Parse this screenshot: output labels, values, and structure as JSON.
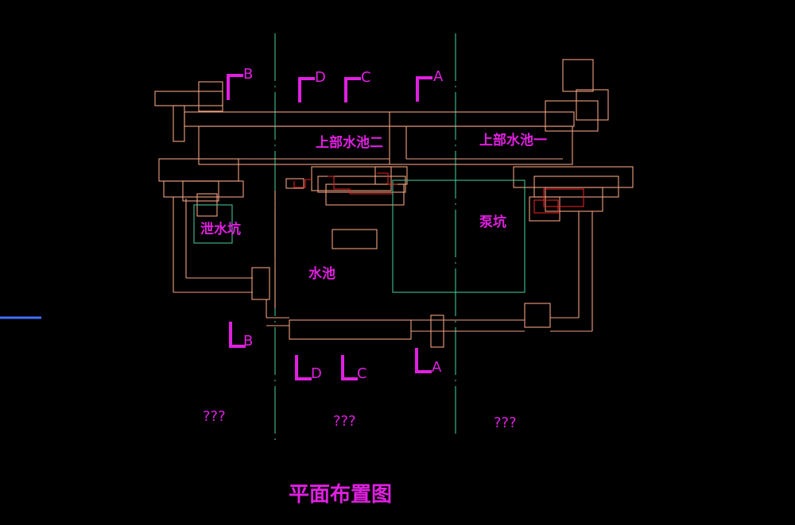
{
  "drawing": {
    "title": "平面布置图",
    "rooms": {
      "upper_pool_two": "上部水池二",
      "upper_pool_one": "上部水池一",
      "drain_pit": "泄水坑",
      "pump_pit": "泵坑",
      "pool": "水池"
    },
    "section_marks": {
      "b_top": "B",
      "d_top": "D",
      "c_top": "C",
      "a_top": "A",
      "b_bottom": "B",
      "d_bottom": "D",
      "c_bottom": "C",
      "a_bottom": "A"
    },
    "unreadable_notes": [
      "???",
      "???",
      "???"
    ]
  },
  "colors": {
    "background": "#000000",
    "outline": "#f0a080",
    "axis": "#40c090",
    "annotation": "#e020e0",
    "detail": "#e02020",
    "marker": "#4070ff"
  }
}
